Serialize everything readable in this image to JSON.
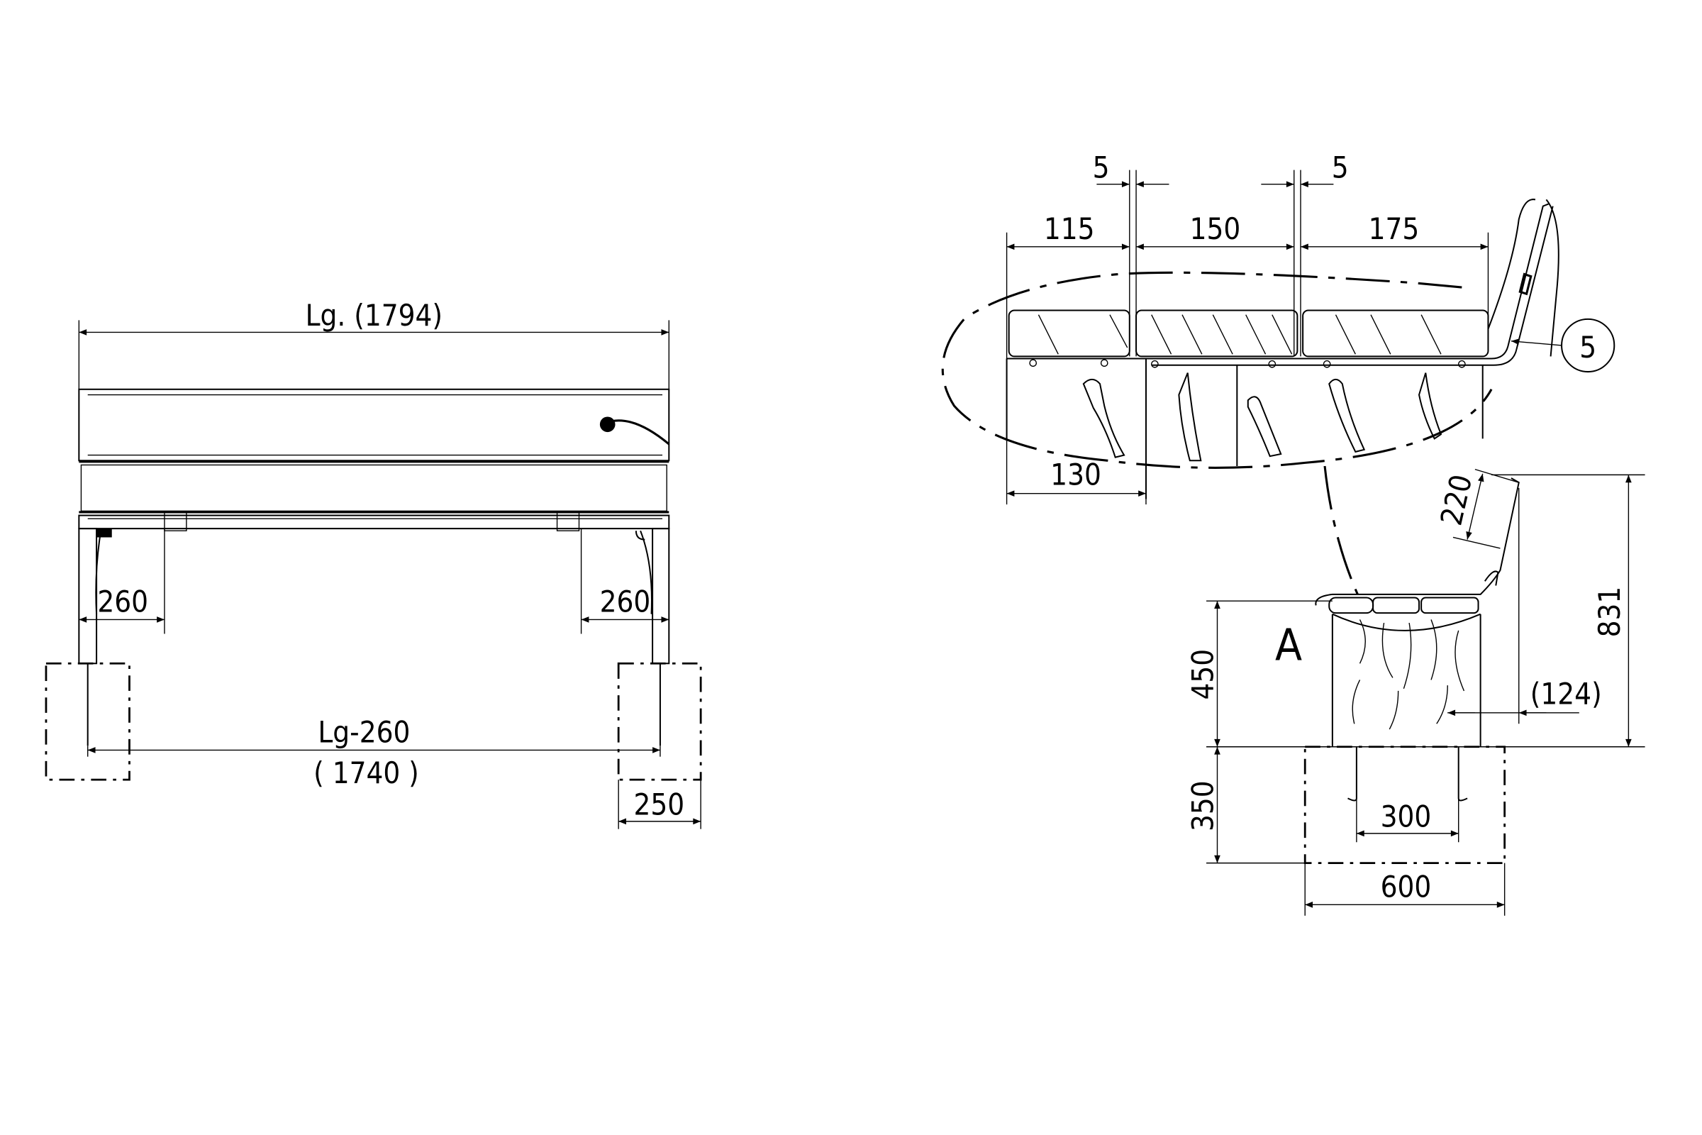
{
  "front_view": {
    "overall_length": "Lg. (1794)",
    "leg_offset_left": "260",
    "leg_offset_right": "260",
    "anchor_spacing_formula": "Lg-260",
    "anchor_spacing_value": "( 1740 )",
    "foundation_width": "250"
  },
  "side_view": {
    "gap_left": "5",
    "gap_right": "5",
    "slat_1": "115",
    "slat_2": "150",
    "slat_3": "175",
    "detail_width": "130",
    "callout": "5",
    "backrest_height": "220",
    "section_label": "A",
    "seat_height": "450",
    "total_height": "831",
    "backrest_offset": "(124)",
    "foundation_depth": "350",
    "anchor_spacing": "300",
    "foundation_length": "600"
  },
  "colors": {
    "wood": "#d4d096",
    "panel": "#f0f0f8",
    "steel": "#dcdce4"
  }
}
